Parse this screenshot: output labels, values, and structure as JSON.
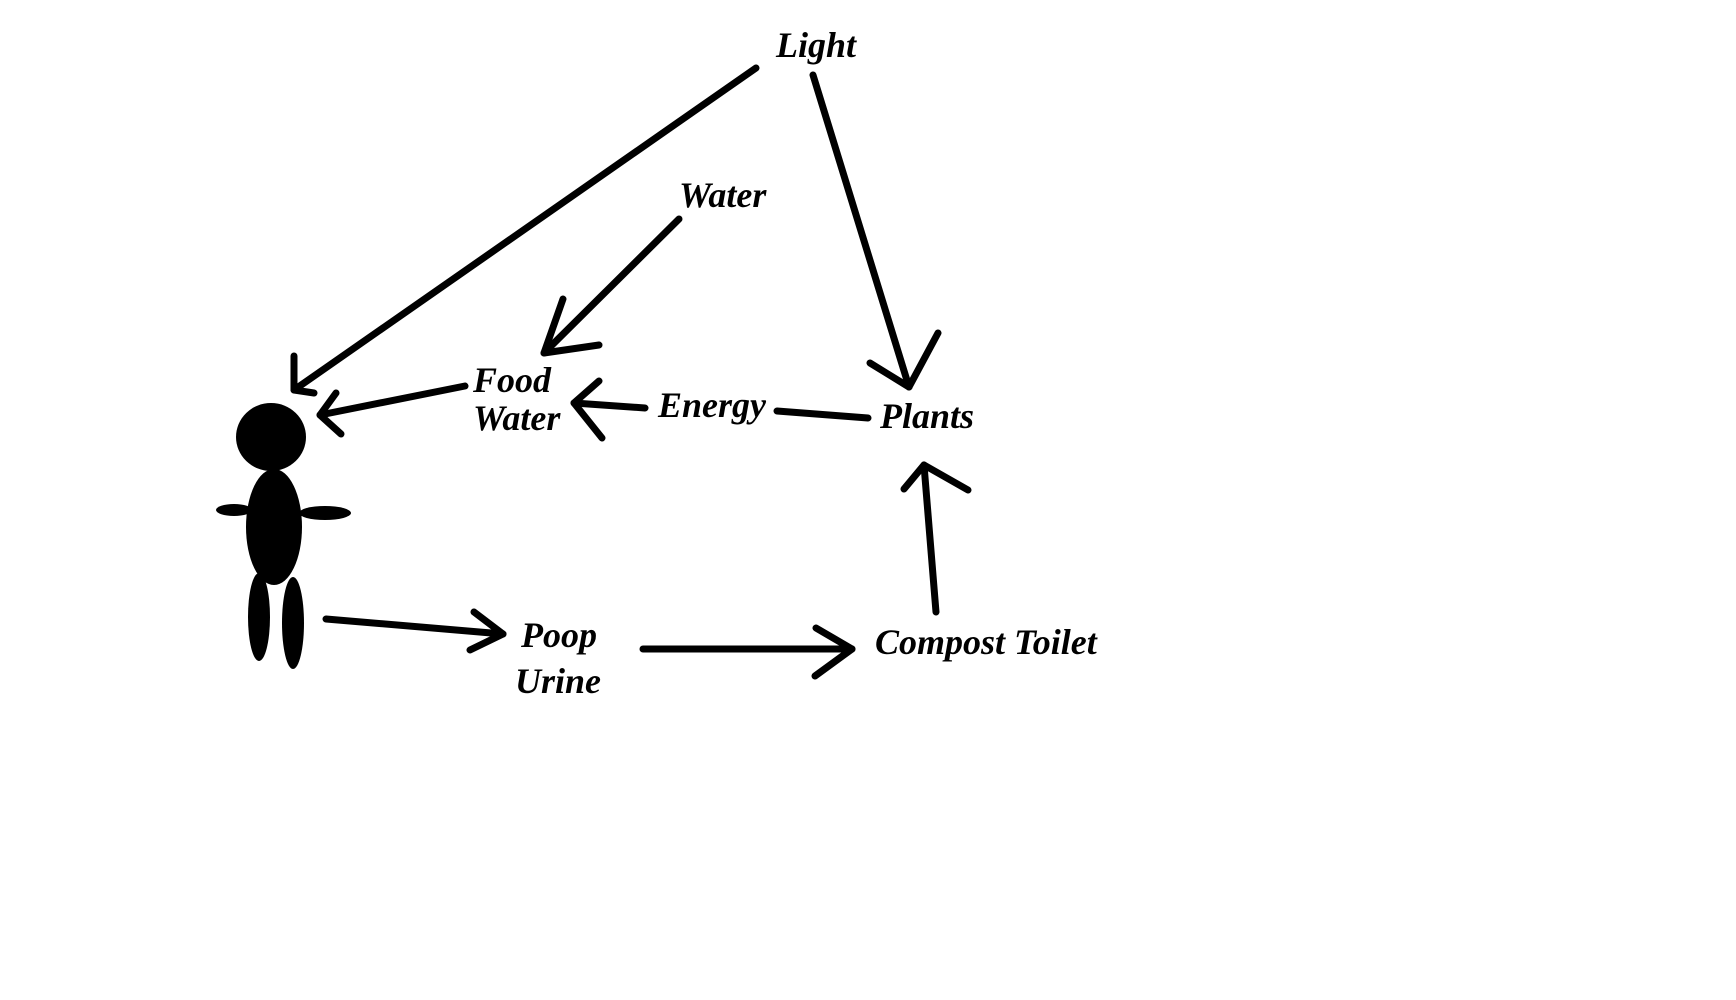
{
  "labels": {
    "light": "Light",
    "water_source": "Water",
    "food": "Food",
    "water_intake": "Water",
    "energy": "Energy",
    "plants": "Plants",
    "poop": "Poop",
    "urine": "Urine",
    "compost_toilet": "Compost Toilet"
  },
  "colors": {
    "ink": "#000000",
    "background": "#ffffff"
  }
}
